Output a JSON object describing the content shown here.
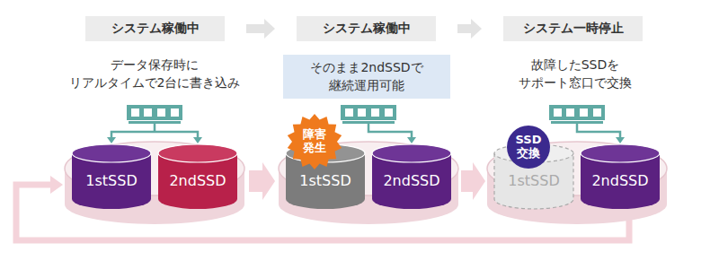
{
  "diagram": {
    "nodes": [
      {
        "text": [
          "システム稼働中"
        ]
      },
      {
        "text": [
          "システム稼働中"
        ]
      },
      {
        "text": [
          "システム一時停止"
        ]
      },
      {
        "text": [
          "そのまま2ndSSDで 継続運用可能"
        ]
      },
      {
        "text": [
          "1stSSD"
        ]
      },
      {
        "text": [
          "2ndSSD"
        ]
      },
      {
        "text": [
          "障害 発生"
        ]
      },
      {
        "text": [
          "1stSSD"
        ]
      },
      {
        "text": [
          "2ndSSD"
        ]
      },
      {
        "text": [
          "SSD 交換"
        ]
      },
      {
        "text": [
          "1stSSD"
        ]
      },
      {
        "text": [
          "2ndSSD"
        ]
      }
    ],
    "edges": [
      {
        "from": 0,
        "to": 1,
        "arrow": "to"
      },
      {
        "from": 1,
        "to": 2,
        "arrow": "to"
      }
    ],
    "labels": [
      "データ保存時に リアルタイムで2台に書き込み",
      "故障したSSDを サポート窓口で交換"
    ]
  }
}
